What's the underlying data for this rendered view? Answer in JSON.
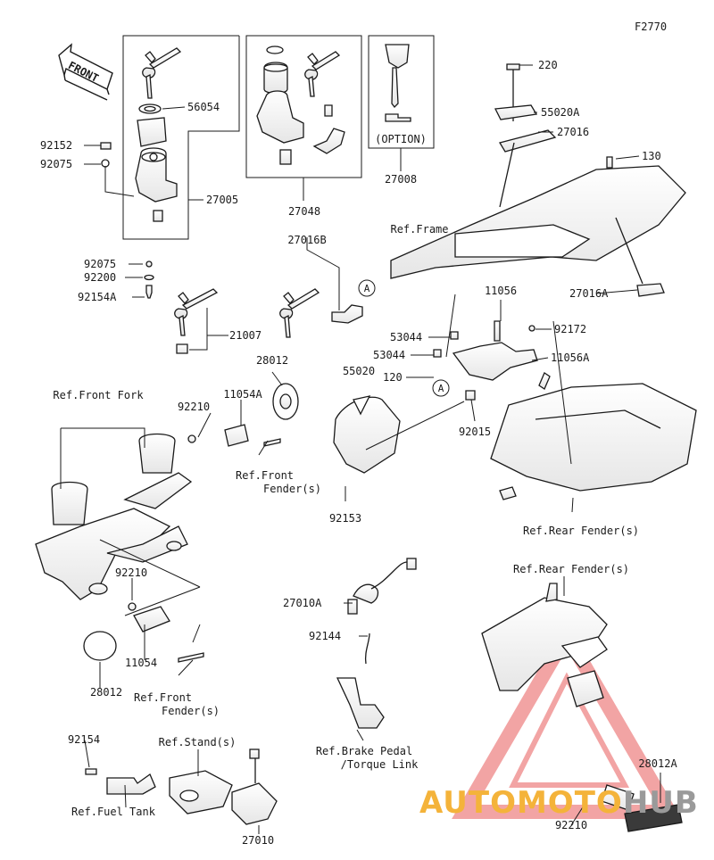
{
  "diagram_code": "F2770",
  "front_label": "FRONT",
  "option_label": "(OPTION)",
  "parts": {
    "p220": "220",
    "p55020A": "55020A",
    "p27016": "27016",
    "p130": "130",
    "p56054": "56054",
    "p92152": "92152",
    "p92075_top": "92075",
    "p27005": "27005",
    "p27048": "27048",
    "p27008": "27008",
    "p92075_low": "92075",
    "p92200": "92200",
    "p92154A": "92154A",
    "p27016B": "27016B",
    "p21007": "21007",
    "p11056": "11056",
    "p92172": "92172",
    "p53044_a": "53044",
    "p53044_b": "53044",
    "p11056A": "11056A",
    "p27016A": "27016A",
    "p28012_top": "28012",
    "p11054A": "11054A",
    "p92210_top": "92210",
    "p55020": "55020",
    "p120": "120",
    "p92015": "92015",
    "p92153": "92153",
    "p92210_mid": "92210",
    "p11054": "11054",
    "p28012_low": "28012",
    "p27010A": "27010A",
    "p92144": "92144",
    "p92154": "92154",
    "p27010": "27010",
    "p28012A": "28012A",
    "p92210_low": "92210"
  },
  "refs": {
    "frame": "Ref.Frame",
    "front_fork": "Ref.Front Fork",
    "front_fender_top_1": "Ref.Front",
    "front_fender_top_2": "Fender(s)",
    "rear_fender_mid": "Ref.Rear Fender(s)",
    "rear_fender_low": "Ref.Rear Fender(s)",
    "front_fender_low_1": "Ref.Front",
    "front_fender_low_2": "Fender(s)",
    "brake_1": "Ref.Brake Pedal",
    "brake_2": "/Torque Link",
    "stand": "Ref.Stand(s)",
    "fuel_tank": "Ref.Fuel Tank"
  },
  "callouts": {
    "a1": "A",
    "a2": "A"
  },
  "watermark": {
    "part1": "AUTOMOTO",
    "part2": "HUB"
  },
  "colors": {
    "line": "#1a1a1a",
    "watermark_red": "#e85a5a",
    "watermark_orange": "#f4b33a",
    "watermark_gray": "#9a9a9a"
  }
}
